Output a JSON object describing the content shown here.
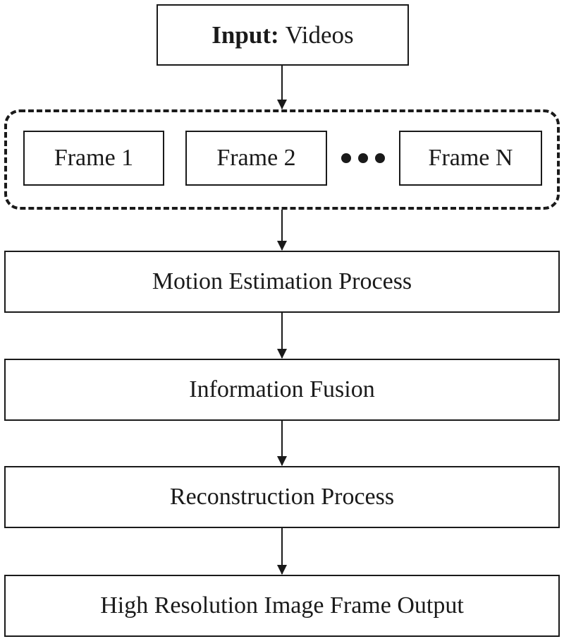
{
  "input": {
    "label": "Input:",
    "value": "Videos"
  },
  "frames": [
    "Frame 1",
    "Frame 2",
    "Frame N"
  ],
  "ellipsis_icon": "three-dots",
  "steps": [
    "Motion Estimation Process",
    "Information Fusion",
    "Reconstruction Process",
    "High Resolution Image Frame Output"
  ]
}
